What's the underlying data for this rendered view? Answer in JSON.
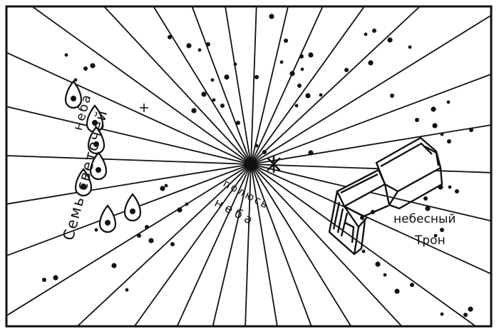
{
  "labels": {
    "seven_lights_line1": "Семь светочей",
    "seven_lights_line2": "неба",
    "pole_line1": "полюсь",
    "pole_line2": "неба",
    "throne_line1": "небесный",
    "throne_line2": "Трон"
  },
  "colors": {
    "ink": "#111111",
    "paper": "#ffffff"
  }
}
